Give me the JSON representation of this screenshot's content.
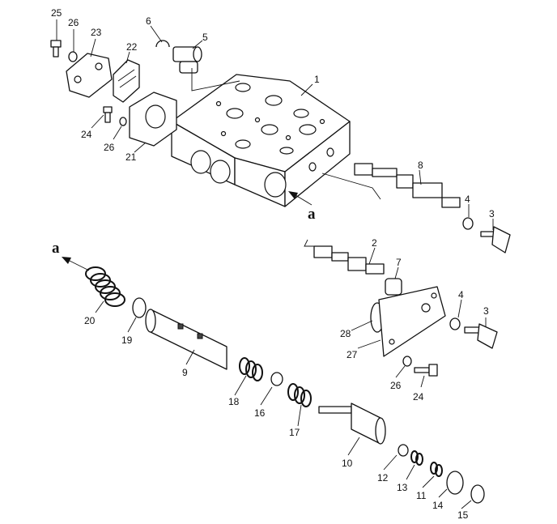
{
  "labels": {
    "p1": "1",
    "p2": "2",
    "p3a": "3",
    "p3b": "3",
    "p4a": "4",
    "p4b": "4",
    "p5": "5",
    "p6": "6",
    "p7": "7",
    "p8": "8",
    "p9": "9",
    "p10": "10",
    "p11": "11",
    "p12": "12",
    "p13": "13",
    "p14": "14",
    "p15": "15",
    "p16": "16",
    "p17": "17",
    "p18": "18",
    "p19": "19",
    "p20": "20",
    "p21": "21",
    "p22": "22",
    "p23": "23",
    "p24a": "24",
    "p24b": "24",
    "p25": "25",
    "p26a": "26",
    "p26b": "26",
    "p26c": "26",
    "p27": "27",
    "p28": "28",
    "refA1": "a",
    "refA2": "a"
  }
}
